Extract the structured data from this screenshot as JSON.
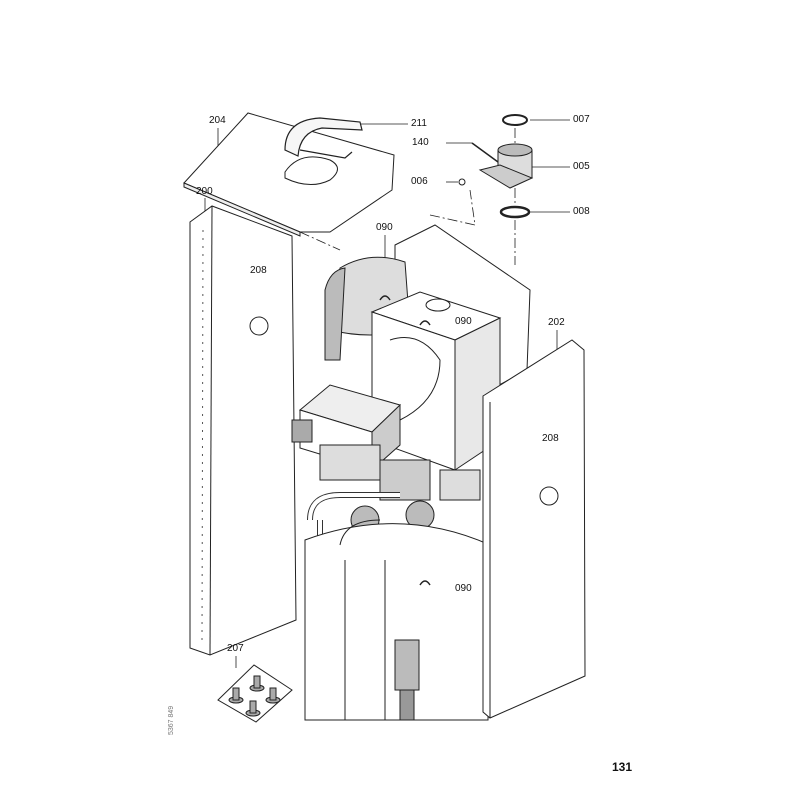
{
  "diagram": {
    "part_labels": {
      "p204": "204",
      "p211": "211",
      "p007": "007",
      "p140": "140",
      "p005": "005",
      "p006": "006",
      "p008": "008",
      "p200": "200",
      "p090a": "090",
      "p208a": "208",
      "p090b": "090",
      "p202": "202",
      "p208b": "208",
      "p090c": "090",
      "p207": "207"
    },
    "document_number": "5367 849",
    "page_number": "131"
  }
}
